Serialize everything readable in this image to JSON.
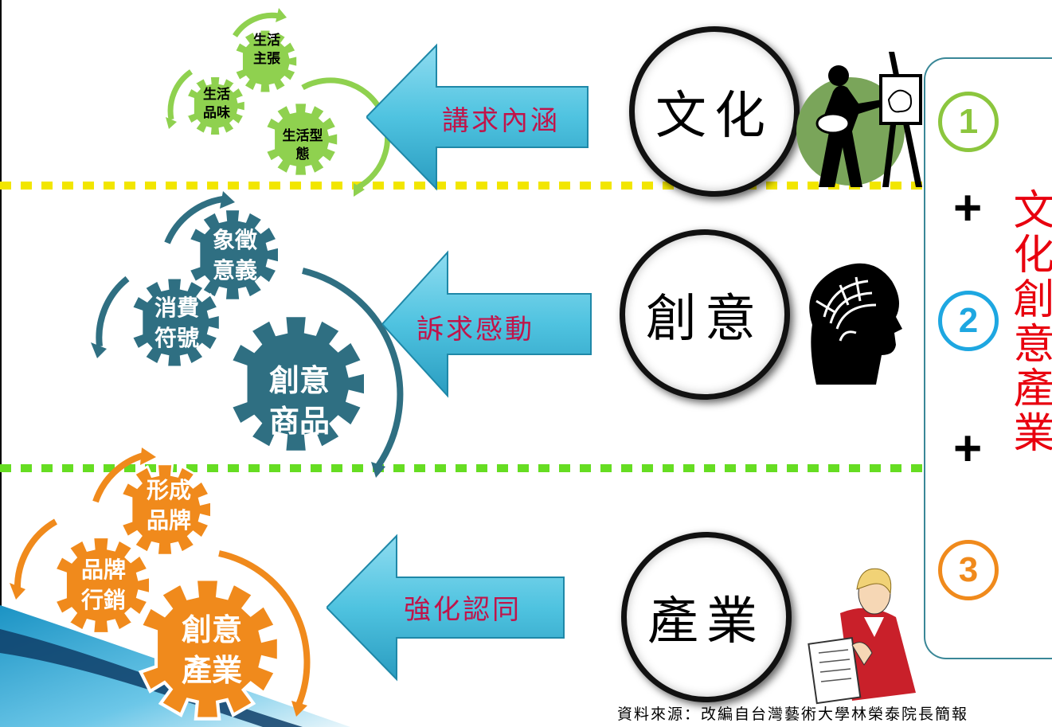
{
  "rows": [
    {
      "circle_label": "文化",
      "arrow_label": "講求內涵",
      "gears": [
        "生活\n主張",
        "生活\n品味",
        "生活型\n態"
      ],
      "icon": "painter-icon"
    },
    {
      "circle_label": "創意",
      "arrow_label": "訴求感動",
      "gears": [
        "象徵\n意義",
        "消費\n符號",
        "創意\n商品"
      ],
      "icon": "thinking-head-icon"
    },
    {
      "circle_label": "產業",
      "arrow_label": "強化認同",
      "gears": [
        "形成\n品牌",
        "品牌\n行銷",
        "創意\n產業"
      ],
      "icon": "businesswoman-icon"
    }
  ],
  "panel": {
    "numbers": [
      "1",
      "2",
      "3"
    ],
    "plus_signs": [
      "+",
      "+"
    ],
    "vertical_text": "文化創意產業"
  },
  "source": "資料來源：改編自台灣藝術大學林榮泰院長簡報",
  "colors": {
    "green_gear": "#8fd14f",
    "teal_gear": "#2f6f82",
    "orange_gear": "#f08a1c",
    "arrow_blue": "#4fc3e0",
    "arrow_text": "#c0144a",
    "panel_text": "#e8000e",
    "num1": "#8cc63e",
    "num2": "#1ea7e1",
    "num3": "#f08a1c"
  }
}
